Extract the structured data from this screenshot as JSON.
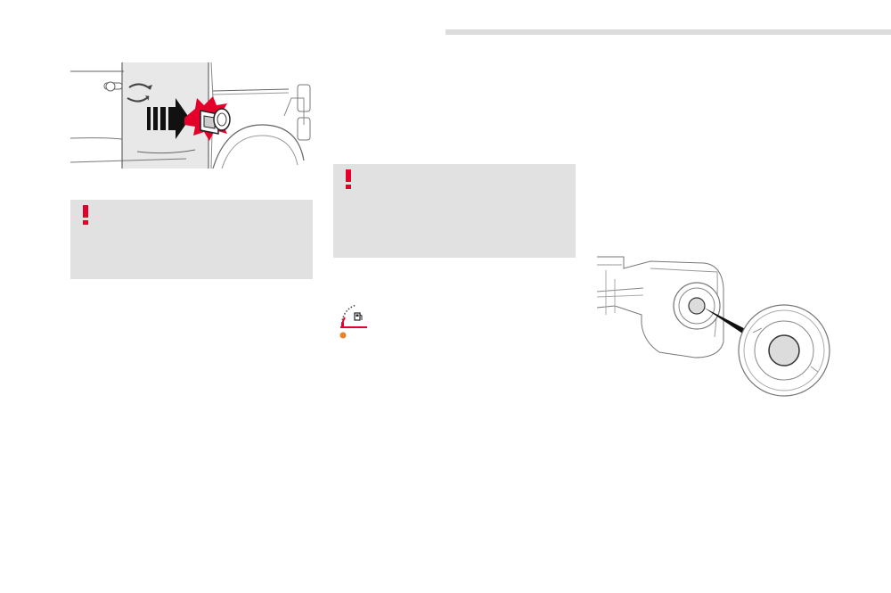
{
  "document": {
    "figures": [
      {
        "name": "fuel-flap-opening-illustration",
        "icon": "car-side-fuel-flap"
      },
      {
        "name": "fuel-filler-cap-illustration",
        "icon": "fuel-filler-cap"
      }
    ],
    "warning_boxes": [
      {
        "icon": "exclamation-icon",
        "text": ""
      },
      {
        "icon": "exclamation-icon",
        "text": ""
      }
    ],
    "fuel_gauge": {
      "icon": "fuel-gauge-low-icon",
      "warning_light_color": "#e8812a"
    },
    "colors": {
      "alert_red": "#e4002b",
      "box_grey": "#e1e1e1",
      "line_art": "#555555"
    }
  }
}
